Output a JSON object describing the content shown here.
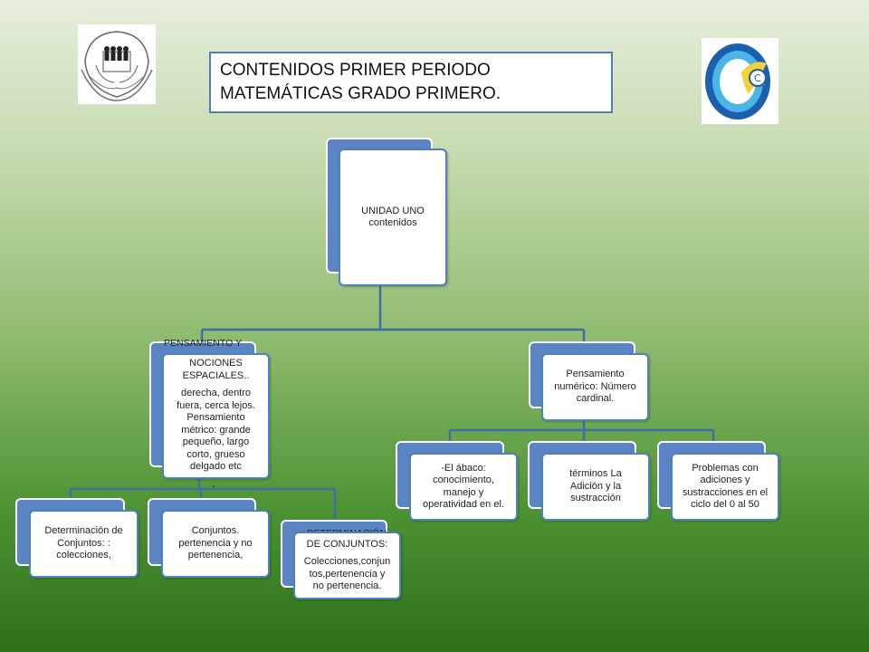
{
  "title": {
    "line1": "CONTENIDOS PRIMER PERIODO",
    "line2": "MATEMÁTICAS GRADO PRIMERO."
  },
  "logos": {
    "left": "school-emblem",
    "right": "circle-c-logo"
  },
  "root": {
    "line1": "UNIDAD UNO",
    "line2": "contenidos"
  },
  "geometric": {
    "back_label": "PENSAMIENTO Y",
    "line1": "NOCIONES",
    "line2": "ESPACIALES..",
    "line3": "derecha, dentro",
    "line4": "fuera, cerca lejos.",
    "line5": "Pensamiento",
    "line6": "métrico: grande",
    "line7": "pequeño, largo",
    "line8": "corto, grueso",
    "line9": "delgado etc",
    "dash": "-"
  },
  "numeric": {
    "line1": "Pensamiento",
    "line2": "numérico: Número",
    "line3": "cardinal."
  },
  "sets_a": {
    "line1": "Determinación de",
    "line2": "Conjuntos: :",
    "line3": "colecciones,"
  },
  "sets_b": {
    "line1": "Conjuntos.",
    "line2": "pertenencia y no",
    "line3": "pertenencia,"
  },
  "sets_c": {
    "back_label": "DETERMINACIÓN",
    "line1": "DE CONJUNTOS:",
    "line2": "Colecciones,conjun",
    "line3": "tos,pertenencia y",
    "line4": "no pertenencia."
  },
  "abacus": {
    "line1": "-El ábaco:",
    "line2": "conocimiento,",
    "line3": "manejo y",
    "line4": "operatividad en el."
  },
  "addition": {
    "line1": "términos La",
    "line2": "Adición y  la",
    "line3": "sustracción"
  },
  "problems": {
    "line1": "Problemas con",
    "line2": "adiciones  y",
    "line3": "sustracciones en el",
    "line4": "ciclo del 0 al 50"
  },
  "colors": {
    "connector": "#3f6fa6",
    "node_back": "#5b84c2",
    "node_border": "#4f81bd",
    "title_border": "#4f7fb8"
  }
}
